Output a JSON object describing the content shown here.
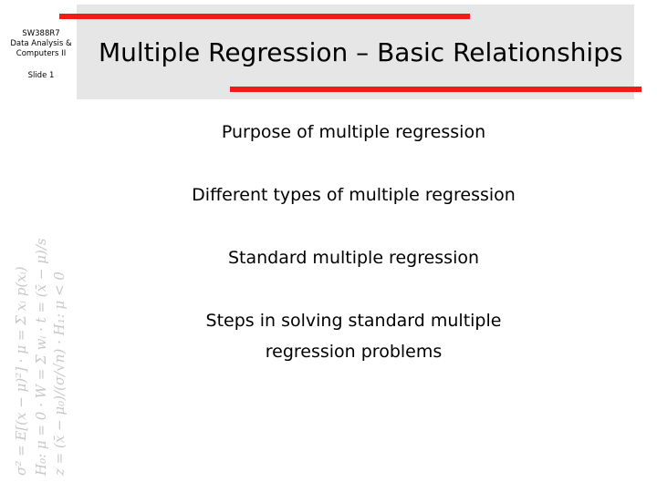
{
  "sidebar": {
    "course_code": "SW388R7",
    "course_name_line1": "Data Analysis &",
    "course_name_line2": "Computers II",
    "slide_label": "Slide 1"
  },
  "slide": {
    "title": "Multiple Regression – Basic Relationships",
    "bullets": [
      {
        "text": "Purpose of multiple regression"
      },
      {
        "text": "Different types of multiple regression"
      },
      {
        "text": "Standard multiple regression"
      },
      {
        "text": "Steps in solving standard multiple regression problems"
      }
    ]
  },
  "colors": {
    "accent_red": "#ee1c1c",
    "title_band": "#e6e6e6",
    "watermark": "#c8c8c8"
  }
}
